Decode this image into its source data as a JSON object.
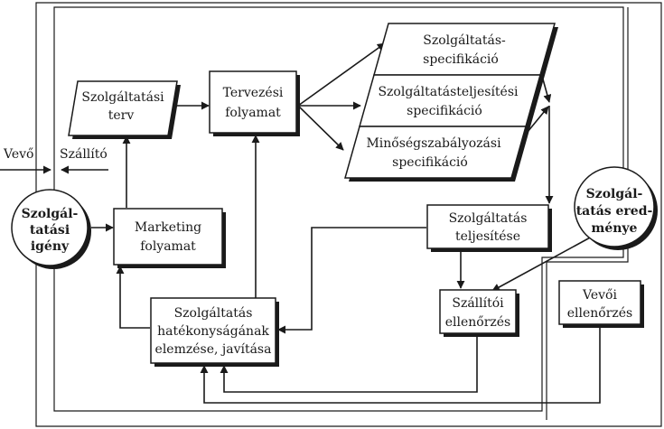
{
  "nodes": {
    "service_plan": [
      "Szolgáltatási",
      "terv"
    ],
    "design_process": [
      "Tervezési",
      "folyamat"
    ],
    "spec_service": [
      "Szolgáltatás-",
      "specifikáció"
    ],
    "spec_delivery": [
      "Szolgáltatásteljesítési",
      "specifikáció"
    ],
    "spec_quality": [
      "Minőségszabályozási",
      "specifikáció"
    ],
    "marketing": [
      "Marketing",
      "folyamat"
    ],
    "service_delivery": [
      "Szolgáltatás",
      "teljesítése"
    ],
    "supplier_check": [
      "Szállítói",
      "ellenőrzés"
    ],
    "customer_check": [
      "Vevői",
      "ellenőrzés"
    ],
    "effectiveness": [
      "Szolgáltatás",
      "hatékonyságának",
      "elemzése, javítása"
    ],
    "service_need": [
      "Szolgál-",
      "tatási",
      "igény"
    ],
    "service_result": [
      "Szolgál-",
      "tatás ered-",
      "ménye"
    ]
  },
  "side_labels": {
    "customer": "Vevő",
    "supplier": "Szállító"
  }
}
